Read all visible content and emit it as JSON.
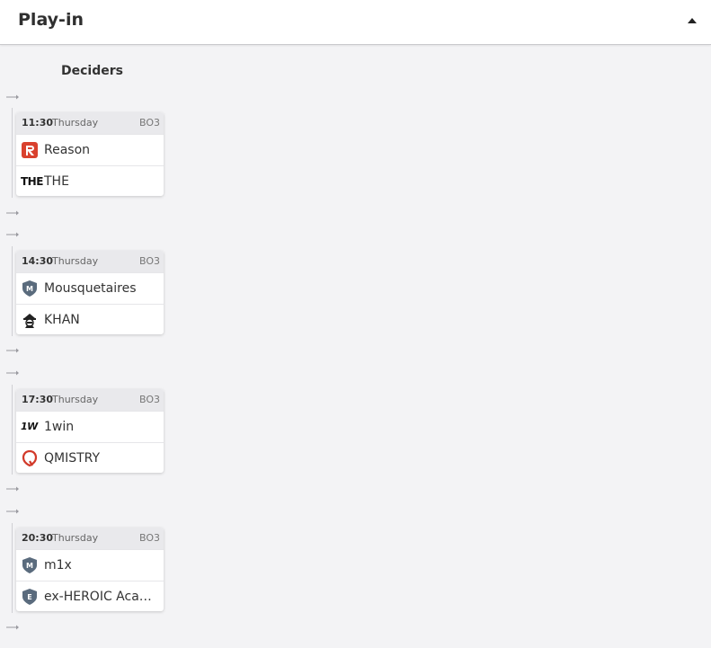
{
  "header": {
    "title": "Play-in",
    "collapse_icon": "caret-up-icon"
  },
  "round": {
    "title": "Deciders"
  },
  "matches": [
    {
      "time": "11:30",
      "day": "Thursday",
      "format": "BO3",
      "teams": [
        {
          "name": "Reason",
          "logo": "reason-logo"
        },
        {
          "name": "THE",
          "logo": "the-logo",
          "logo_text": "THE"
        }
      ]
    },
    {
      "time": "14:30",
      "day": "Thursday",
      "format": "BO3",
      "teams": [
        {
          "name": "Mousquetaires",
          "logo": "shield-m-logo",
          "logo_letter": "M"
        },
        {
          "name": "KHAN",
          "logo": "khan-logo"
        }
      ]
    },
    {
      "time": "17:30",
      "day": "Thursday",
      "format": "BO3",
      "teams": [
        {
          "name": "1win",
          "logo": "1win-logo",
          "logo_text": "1W"
        },
        {
          "name": "QMISTRY",
          "logo": "qmistry-logo"
        }
      ]
    },
    {
      "time": "20:30",
      "day": "Thursday",
      "format": "BO3",
      "teams": [
        {
          "name": "m1x",
          "logo": "shield-m-logo",
          "logo_letter": "M"
        },
        {
          "name": "ex-HEROIC Acade...",
          "logo": "shield-e-logo",
          "logo_letter": "E"
        }
      ]
    }
  ],
  "colors": {
    "background": "#f3f3f5",
    "card_header": "#e9e9ec",
    "reason_red": "#d9412e",
    "shield": "#5a6b7d",
    "qmistry_red": "#d23a2a"
  }
}
